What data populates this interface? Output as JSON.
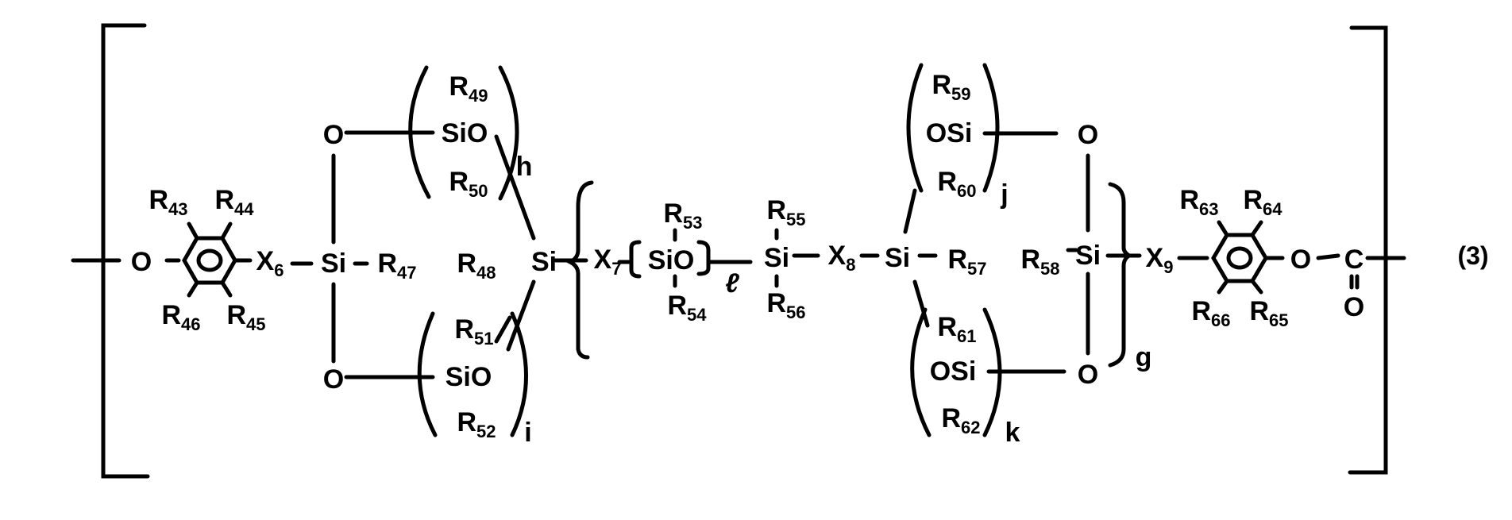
{
  "diagram": {
    "type": "chemical_structure",
    "equation_number": "(3)",
    "atoms": {
      "o_left": "O",
      "x6": {
        "base": "X",
        "sub": "6"
      },
      "si_left": "Si",
      "r47": {
        "base": "R",
        "sub": "47"
      },
      "r48": {
        "base": "R",
        "sub": "48"
      },
      "si_mid_left": "Si",
      "x7": {
        "base": "X",
        "sub": "7"
      },
      "sio_mid": "SiO",
      "si_mid": "Si",
      "x8": {
        "base": "X",
        "sub": "8"
      },
      "si_mid_right": "Si",
      "r57": {
        "base": "R",
        "sub": "57"
      },
      "r58": {
        "base": "R",
        "sub": "58"
      },
      "si_right": "Si",
      "x9": {
        "base": "X",
        "sub": "9"
      },
      "o_ester": "O",
      "c_carbonyl": "C",
      "o_carbonyl": "O"
    },
    "left_ring": {
      "r43": {
        "base": "R",
        "sub": "43"
      },
      "r44": {
        "base": "R",
        "sub": "44"
      },
      "r45": {
        "base": "R",
        "sub": "45"
      },
      "r46": {
        "base": "R",
        "sub": "46"
      }
    },
    "right_ring": {
      "r63": {
        "base": "R",
        "sub": "63"
      },
      "r64": {
        "base": "R",
        "sub": "64"
      },
      "r65": {
        "base": "R",
        "sub": "65"
      },
      "r66": {
        "base": "R",
        "sub": "66"
      }
    },
    "siloxane_groups": {
      "h_group": {
        "top": {
          "base": "R",
          "sub": "49"
        },
        "mid": "SiO",
        "bottom": {
          "base": "R",
          "sub": "50"
        },
        "repeat": "h",
        "bridge_o": "O"
      },
      "i_group": {
        "top": {
          "base": "R",
          "sub": "51"
        },
        "mid": "SiO",
        "bottom": {
          "base": "R",
          "sub": "52"
        },
        "repeat": "i",
        "bridge_o": "O"
      },
      "l_group": {
        "top": {
          "base": "R",
          "sub": "53"
        },
        "mid": "SiO",
        "bottom": {
          "base": "R",
          "sub": "54"
        },
        "repeat": "ℓ"
      },
      "si55": {
        "top": {
          "base": "R",
          "sub": "55"
        },
        "bottom": {
          "base": "R",
          "sub": "56"
        }
      },
      "j_group": {
        "top": {
          "base": "R",
          "sub": "59"
        },
        "mid": "OSi",
        "bottom": {
          "base": "R",
          "sub": "60"
        },
        "repeat": "j",
        "bridge_o": "O"
      },
      "k_group": {
        "top": {
          "base": "R",
          "sub": "61"
        },
        "mid": "OSi",
        "bottom": {
          "base": "R",
          "sub": "62"
        },
        "repeat": "k",
        "bridge_o": "O"
      }
    },
    "outer_repeat": "g"
  }
}
